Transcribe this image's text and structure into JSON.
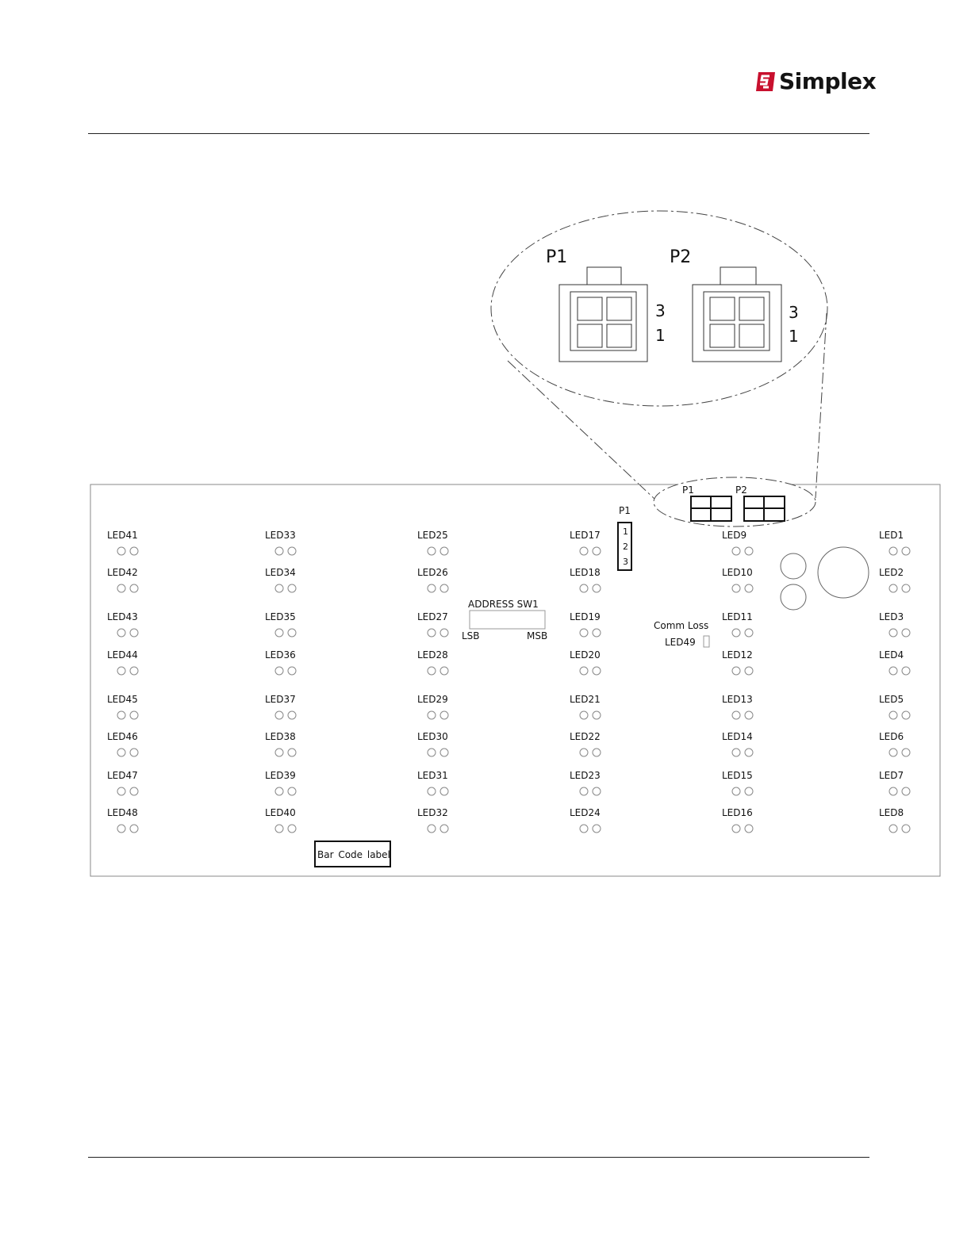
{
  "header": {
    "brand": "Simplex",
    "brand_color": "#c8102e"
  },
  "diagram": {
    "zoom": {
      "p1_label": "P1",
      "p2_label": "P2",
      "pin_top": "3",
      "pin_bottom": "1"
    },
    "board": {
      "p1_small": "P1",
      "p2_small": "P2",
      "p1_header_label": "P1",
      "p1_header_pins": [
        "1",
        "2",
        "3"
      ],
      "address_label": "ADDRESS SW1",
      "lsb_label": "LSB",
      "msb_label": "MSB",
      "comm_loss_label": "Comm Loss",
      "led49_label": "LED49",
      "barcode_label": "Bar Code label",
      "led_columns": [
        [
          "LED41",
          "LED42",
          "LED43",
          "LED44",
          "LED45",
          "LED46",
          "LED47",
          "LED48"
        ],
        [
          "LED33",
          "LED34",
          "LED35",
          "LED36",
          "LED37",
          "LED38",
          "LED39",
          "LED40"
        ],
        [
          "LED25",
          "LED26",
          "LED27",
          "LED28",
          "LED29",
          "LED30",
          "LED31",
          "LED32"
        ],
        [
          "LED17",
          "LED18",
          "LED19",
          "LED20",
          "LED21",
          "LED22",
          "LED23",
          "LED24"
        ],
        [
          "LED9",
          "LED10",
          "LED11",
          "LED12",
          "LED13",
          "LED14",
          "LED15",
          "LED16"
        ],
        [
          "LED1",
          "LED2",
          "LED3",
          "LED4",
          "LED5",
          "LED6",
          "LED7",
          "LED8"
        ]
      ]
    }
  }
}
